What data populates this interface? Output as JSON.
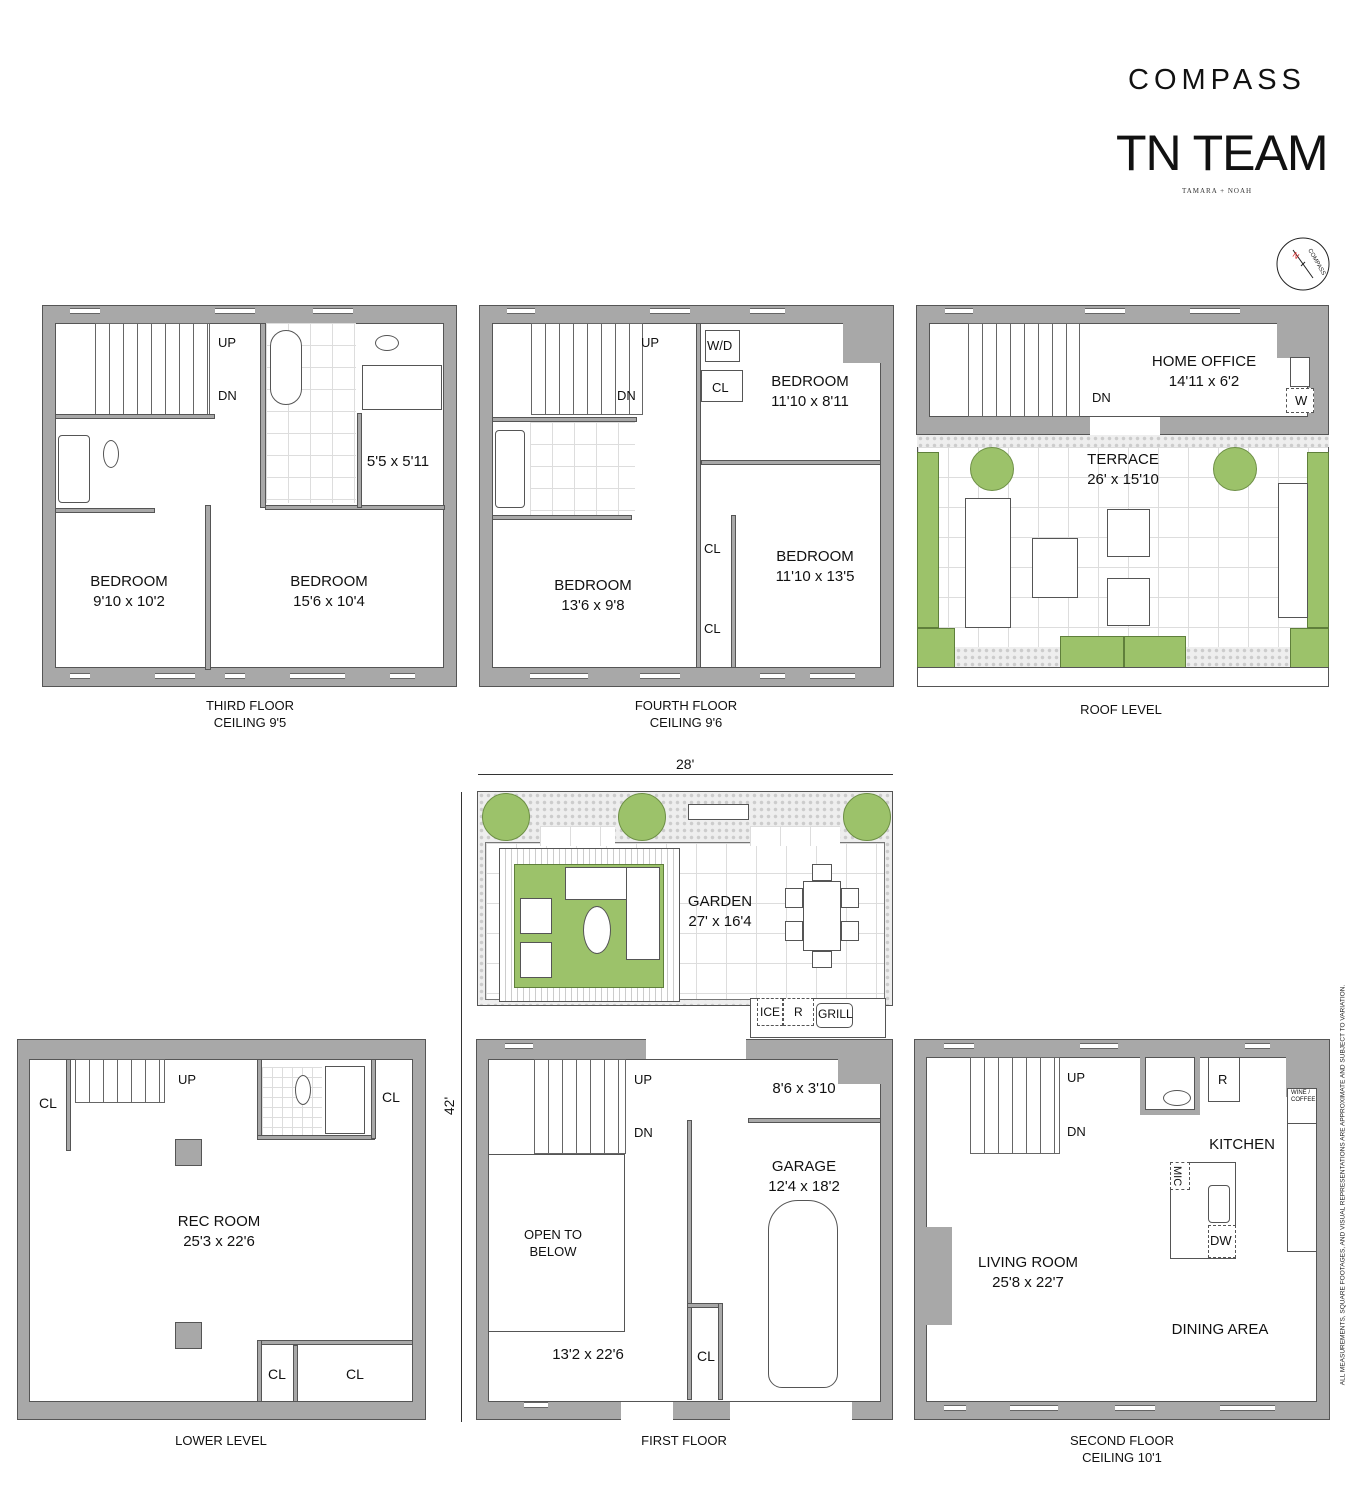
{
  "branding": {
    "brokerage": "COMPASS",
    "team": "TN TEAM",
    "team_subtitle": "TAMARA + NOAH",
    "compass_rose": {
      "north": "N",
      "label": "COMPASS"
    }
  },
  "disclaimer": "ALL MEASUREMENTS, SQUARE FOOTAGES, AND VISUAL REPRESENTATIONS ARE APPROXIMATE AND SUBJECT TO VARIATION.",
  "dimensions": {
    "width": "28'",
    "depth": "42'"
  },
  "stairs": {
    "up": "UP",
    "down": "DN"
  },
  "floors": {
    "third": {
      "title": "THIRD FLOOR",
      "ceiling": "CEILING 9'5",
      "rooms": [
        {
          "name": "BEDROOM",
          "size": "9'10 x 10'2"
        },
        {
          "name": "BEDROOM",
          "size": "15'6 x 10'4"
        },
        {
          "name": "",
          "size": "5'5 x 5'11"
        }
      ]
    },
    "fourth": {
      "title": "FOURTH FLOOR",
      "ceiling": "CEILING 9'6",
      "rooms": [
        {
          "name": "BEDROOM",
          "size": "11'10 x 8'11"
        },
        {
          "name": "BEDROOM",
          "size": "13'6 x 9'8"
        },
        {
          "name": "BEDROOM",
          "size": "11'10 x 13'5"
        }
      ],
      "fixtures": [
        "W/D",
        "CL",
        "CL",
        "CL"
      ]
    },
    "roof": {
      "title": "ROOF LEVEL",
      "rooms": [
        {
          "name": "HOME OFFICE",
          "size": "14'11 x 6'2"
        },
        {
          "name": "TERRACE",
          "size": "26' x 15'10"
        }
      ],
      "fixtures": [
        "W"
      ]
    },
    "lower": {
      "title": "LOWER LEVEL",
      "rooms": [
        {
          "name": "REC ROOM",
          "size": "25'3 x 22'6"
        }
      ],
      "fixtures": [
        "CL",
        "CL",
        "CL",
        "CL"
      ]
    },
    "first": {
      "title": "FIRST FLOOR",
      "rooms": [
        {
          "name": "GARDEN",
          "size": "27' x 16'4"
        },
        {
          "name": "GARAGE",
          "size": "12'4 x 18'2"
        },
        {
          "name": "OPEN TO BELOW",
          "size": "13'2 x 22'6"
        },
        {
          "name": "",
          "size": "8'6 x 3'10"
        }
      ],
      "fixtures": [
        "ICE",
        "R",
        "GRILL",
        "CL"
      ]
    },
    "second": {
      "title": "SECOND FLOOR",
      "ceiling": "CEILING 10'1",
      "rooms": [
        {
          "name": "LIVING ROOM",
          "size": "25'8 x 22'7"
        },
        {
          "name": "KITCHEN",
          "size": ""
        },
        {
          "name": "DINING AREA",
          "size": ""
        }
      ],
      "fixtures": [
        "R",
        "WINE / COFFEE",
        "MIC",
        "DW"
      ]
    }
  }
}
